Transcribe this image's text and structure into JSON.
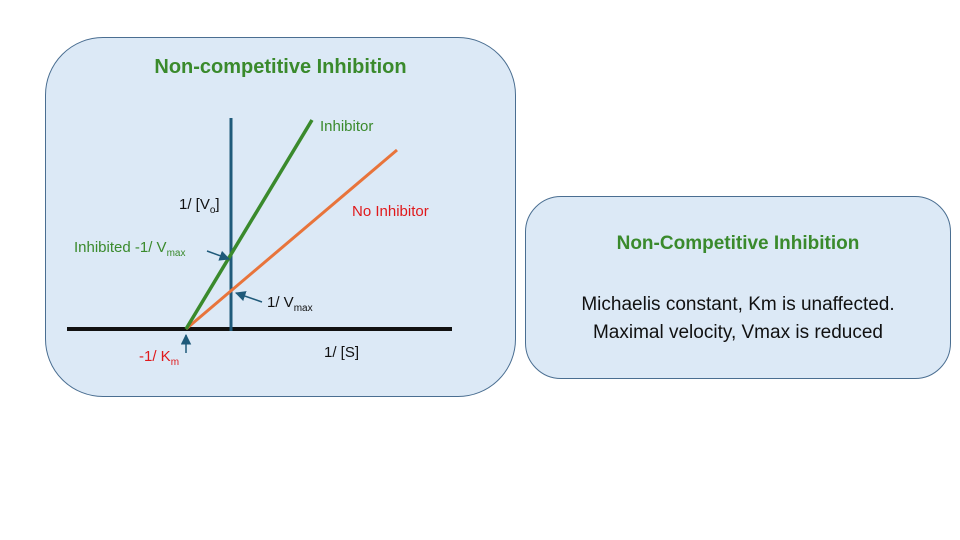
{
  "colors": {
    "panel_fill": "#dce9f6",
    "panel_border": "#4a6e91",
    "title_green": "#3a8a2c",
    "inhibitor_line": "#3a8a2c",
    "no_inhibitor_line": "#e8743b",
    "no_inhibitor_label": "#e0191b",
    "y_axis": "#1f5a7a",
    "x_axis": "#111111",
    "km_label": "#e0191b"
  },
  "graph_panel": {
    "title": "Non-competitive Inhibition",
    "labels": {
      "inhibitor": "Inhibitor",
      "no_inhibitor": "No Inhibitor",
      "y_axis": {
        "main": "1/ [V",
        "sub": "o",
        "end": "]"
      },
      "x_axis": "1/ [S]",
      "inhibited_intercept": {
        "main": "Inhibited -1/ V",
        "sub": "max"
      },
      "vmax_intercept": {
        "main": "1/ V",
        "sub": "max"
      },
      "km_intercept": {
        "main": "-1/ K",
        "sub": "m"
      }
    }
  },
  "info_panel": {
    "title": "Non-Competitive Inhibition",
    "line_1": "Michaelis constant, Km is unaffected.",
    "line_2": "Maximal velocity, Vmax is reduced"
  }
}
